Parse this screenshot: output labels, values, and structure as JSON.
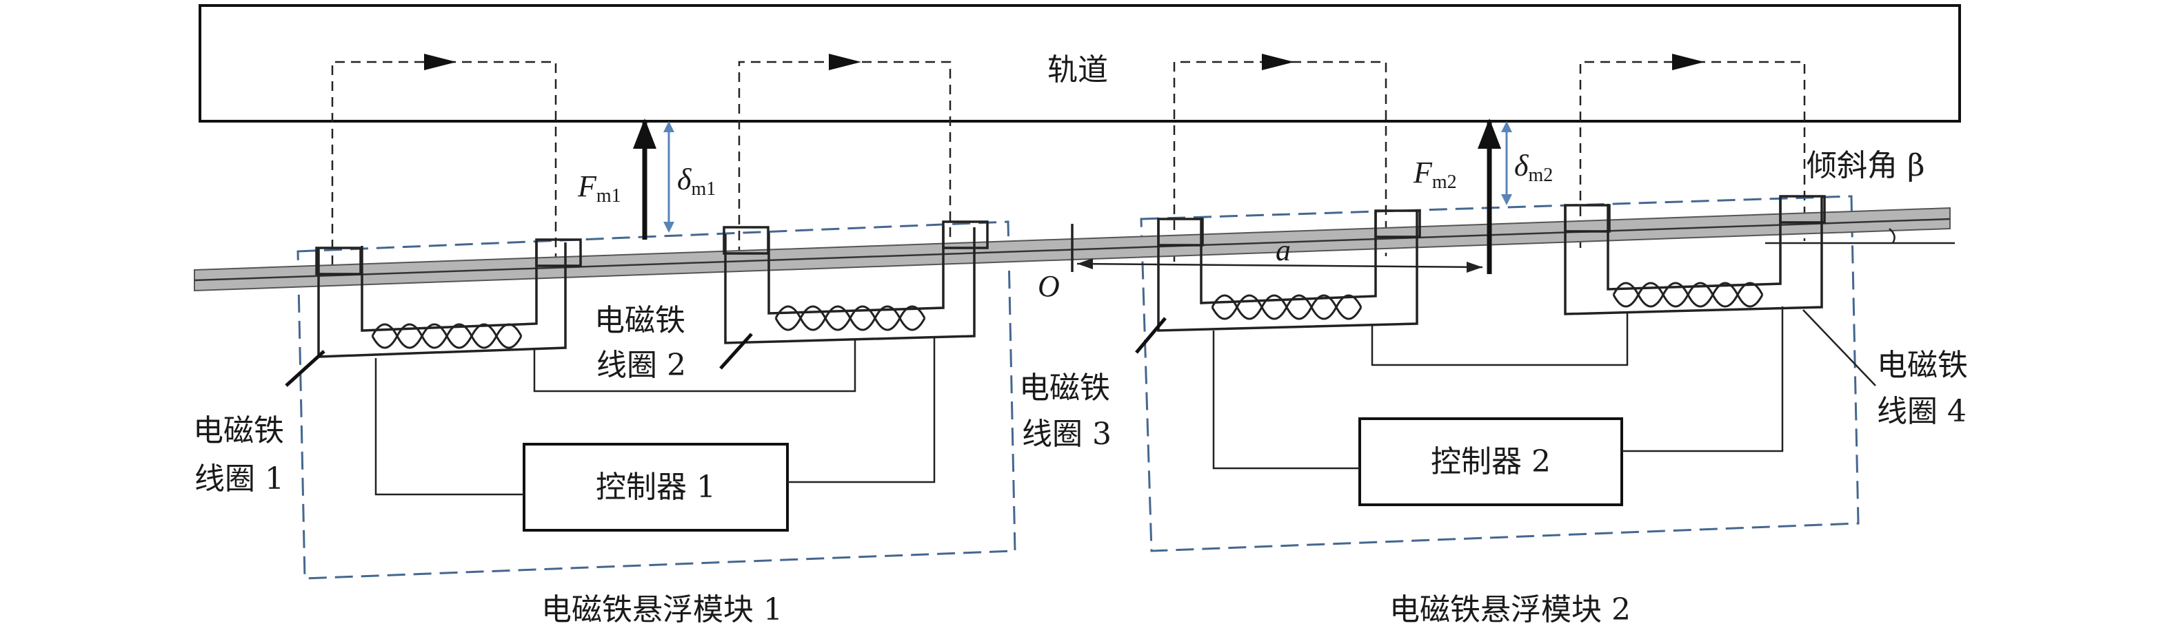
{
  "labels": {
    "track": "轨道",
    "fm1_main": "F",
    "fm1_sub": "m1",
    "dm1_main": "δ",
    "dm1_sub": "m1",
    "fm2_main": "F",
    "fm2_sub": "m2",
    "dm2_main": "δ",
    "dm2_sub": "m2",
    "tilt_angle": "倾斜角 β",
    "origin": "O",
    "distance": "a",
    "coil1_line1": "电磁铁",
    "coil1_line2": "线圈 1",
    "coil2_line1": "电磁铁",
    "coil2_line2": "线圈 2",
    "coil3_line1": "电磁铁",
    "coil3_line2": "线圈 3",
    "coil4_line1": "电磁铁",
    "coil4_line2": "线圈 4",
    "controller1": "控制器 1",
    "controller2": "控制器 2",
    "module1": "电磁铁悬浮模块 1",
    "module2": "电磁铁悬浮模块 2"
  },
  "colors": {
    "module_boundary": "#44678f",
    "gap_marker": "#5a84b8",
    "beam": "#b5b5b5"
  }
}
